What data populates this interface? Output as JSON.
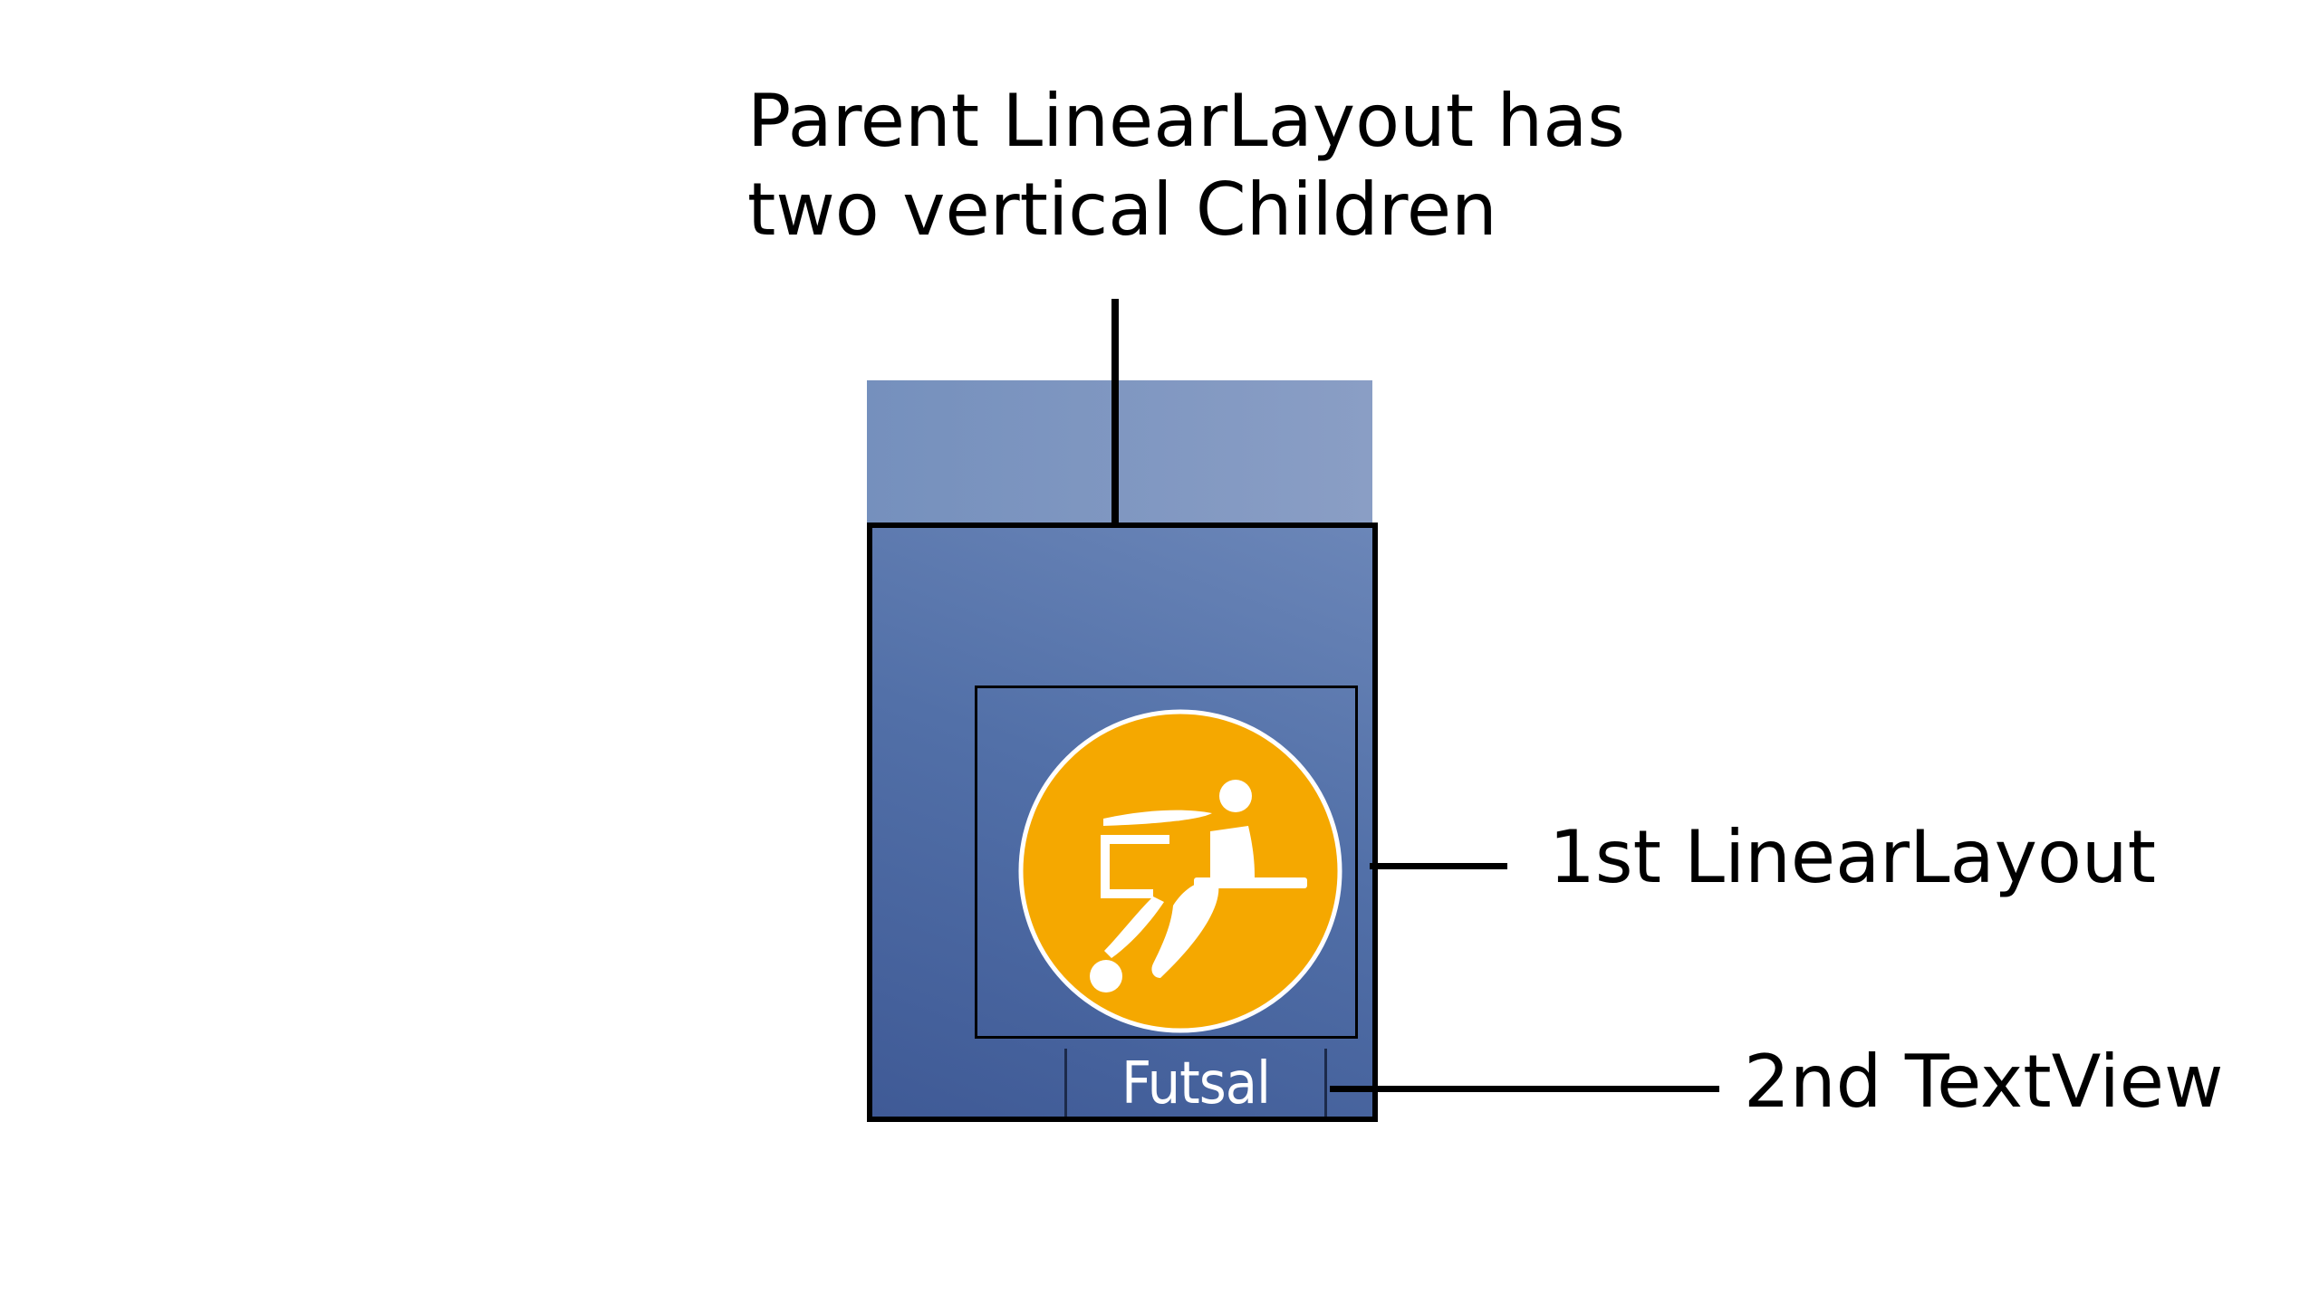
{
  "annotations": {
    "parent_line1": "Parent LinearLayout has",
    "parent_line2": "two vertical Children",
    "first_child": "1st LinearLayout",
    "second_child": "2nd TextView"
  },
  "screenshot": {
    "item_label": "Futsal",
    "icon": "futsal-player-icon",
    "icon_color": "#F5A800",
    "background_color": "#4E6AA5"
  }
}
